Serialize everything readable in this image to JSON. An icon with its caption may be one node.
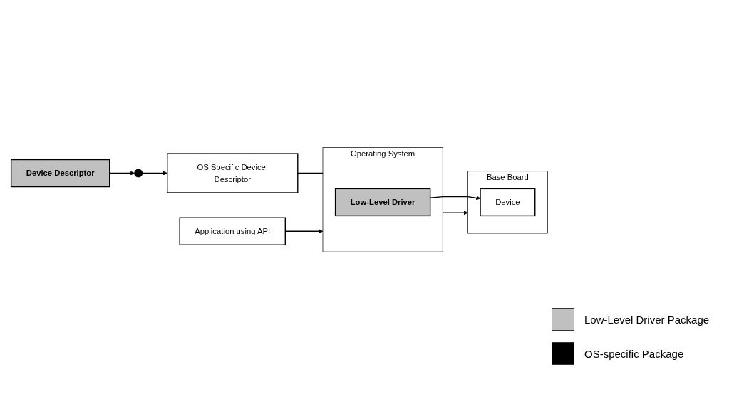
{
  "diagram": {
    "nodes": [
      {
        "text": [
          "Device Descriptor"
        ]
      },
      {
        "text": [],
        "shape": "circle"
      },
      {
        "text": [
          "OS Specific Device Descriptor"
        ]
      },
      {
        "text": [
          "Application using API"
        ]
      },
      {
        "text": [
          "Operating System"
        ]
      },
      {
        "text": [
          "Low-Level Driver"
        ],
        "in": 4
      },
      {
        "text": [
          "Base Board"
        ]
      },
      {
        "text": [
          "Device"
        ],
        "in": 6
      }
    ],
    "edges": [
      {
        "from": 0,
        "to": 1,
        "arrow": "to"
      },
      {
        "from": 1,
        "to": 2,
        "arrow": "to"
      },
      {
        "from": 2,
        "to": 4,
        "arrow": "none"
      },
      {
        "from": 3,
        "to": 4,
        "arrow": "to"
      },
      {
        "from": 5,
        "to": 7,
        "arrow": "to"
      },
      {
        "from": 4,
        "to": 6,
        "arrow": "to"
      }
    ],
    "legend": [
      {
        "text": "Low-Level Driver Package",
        "color": "#c0c0c0"
      },
      {
        "text": "OS-specific Package",
        "color": "#000000"
      }
    ]
  }
}
